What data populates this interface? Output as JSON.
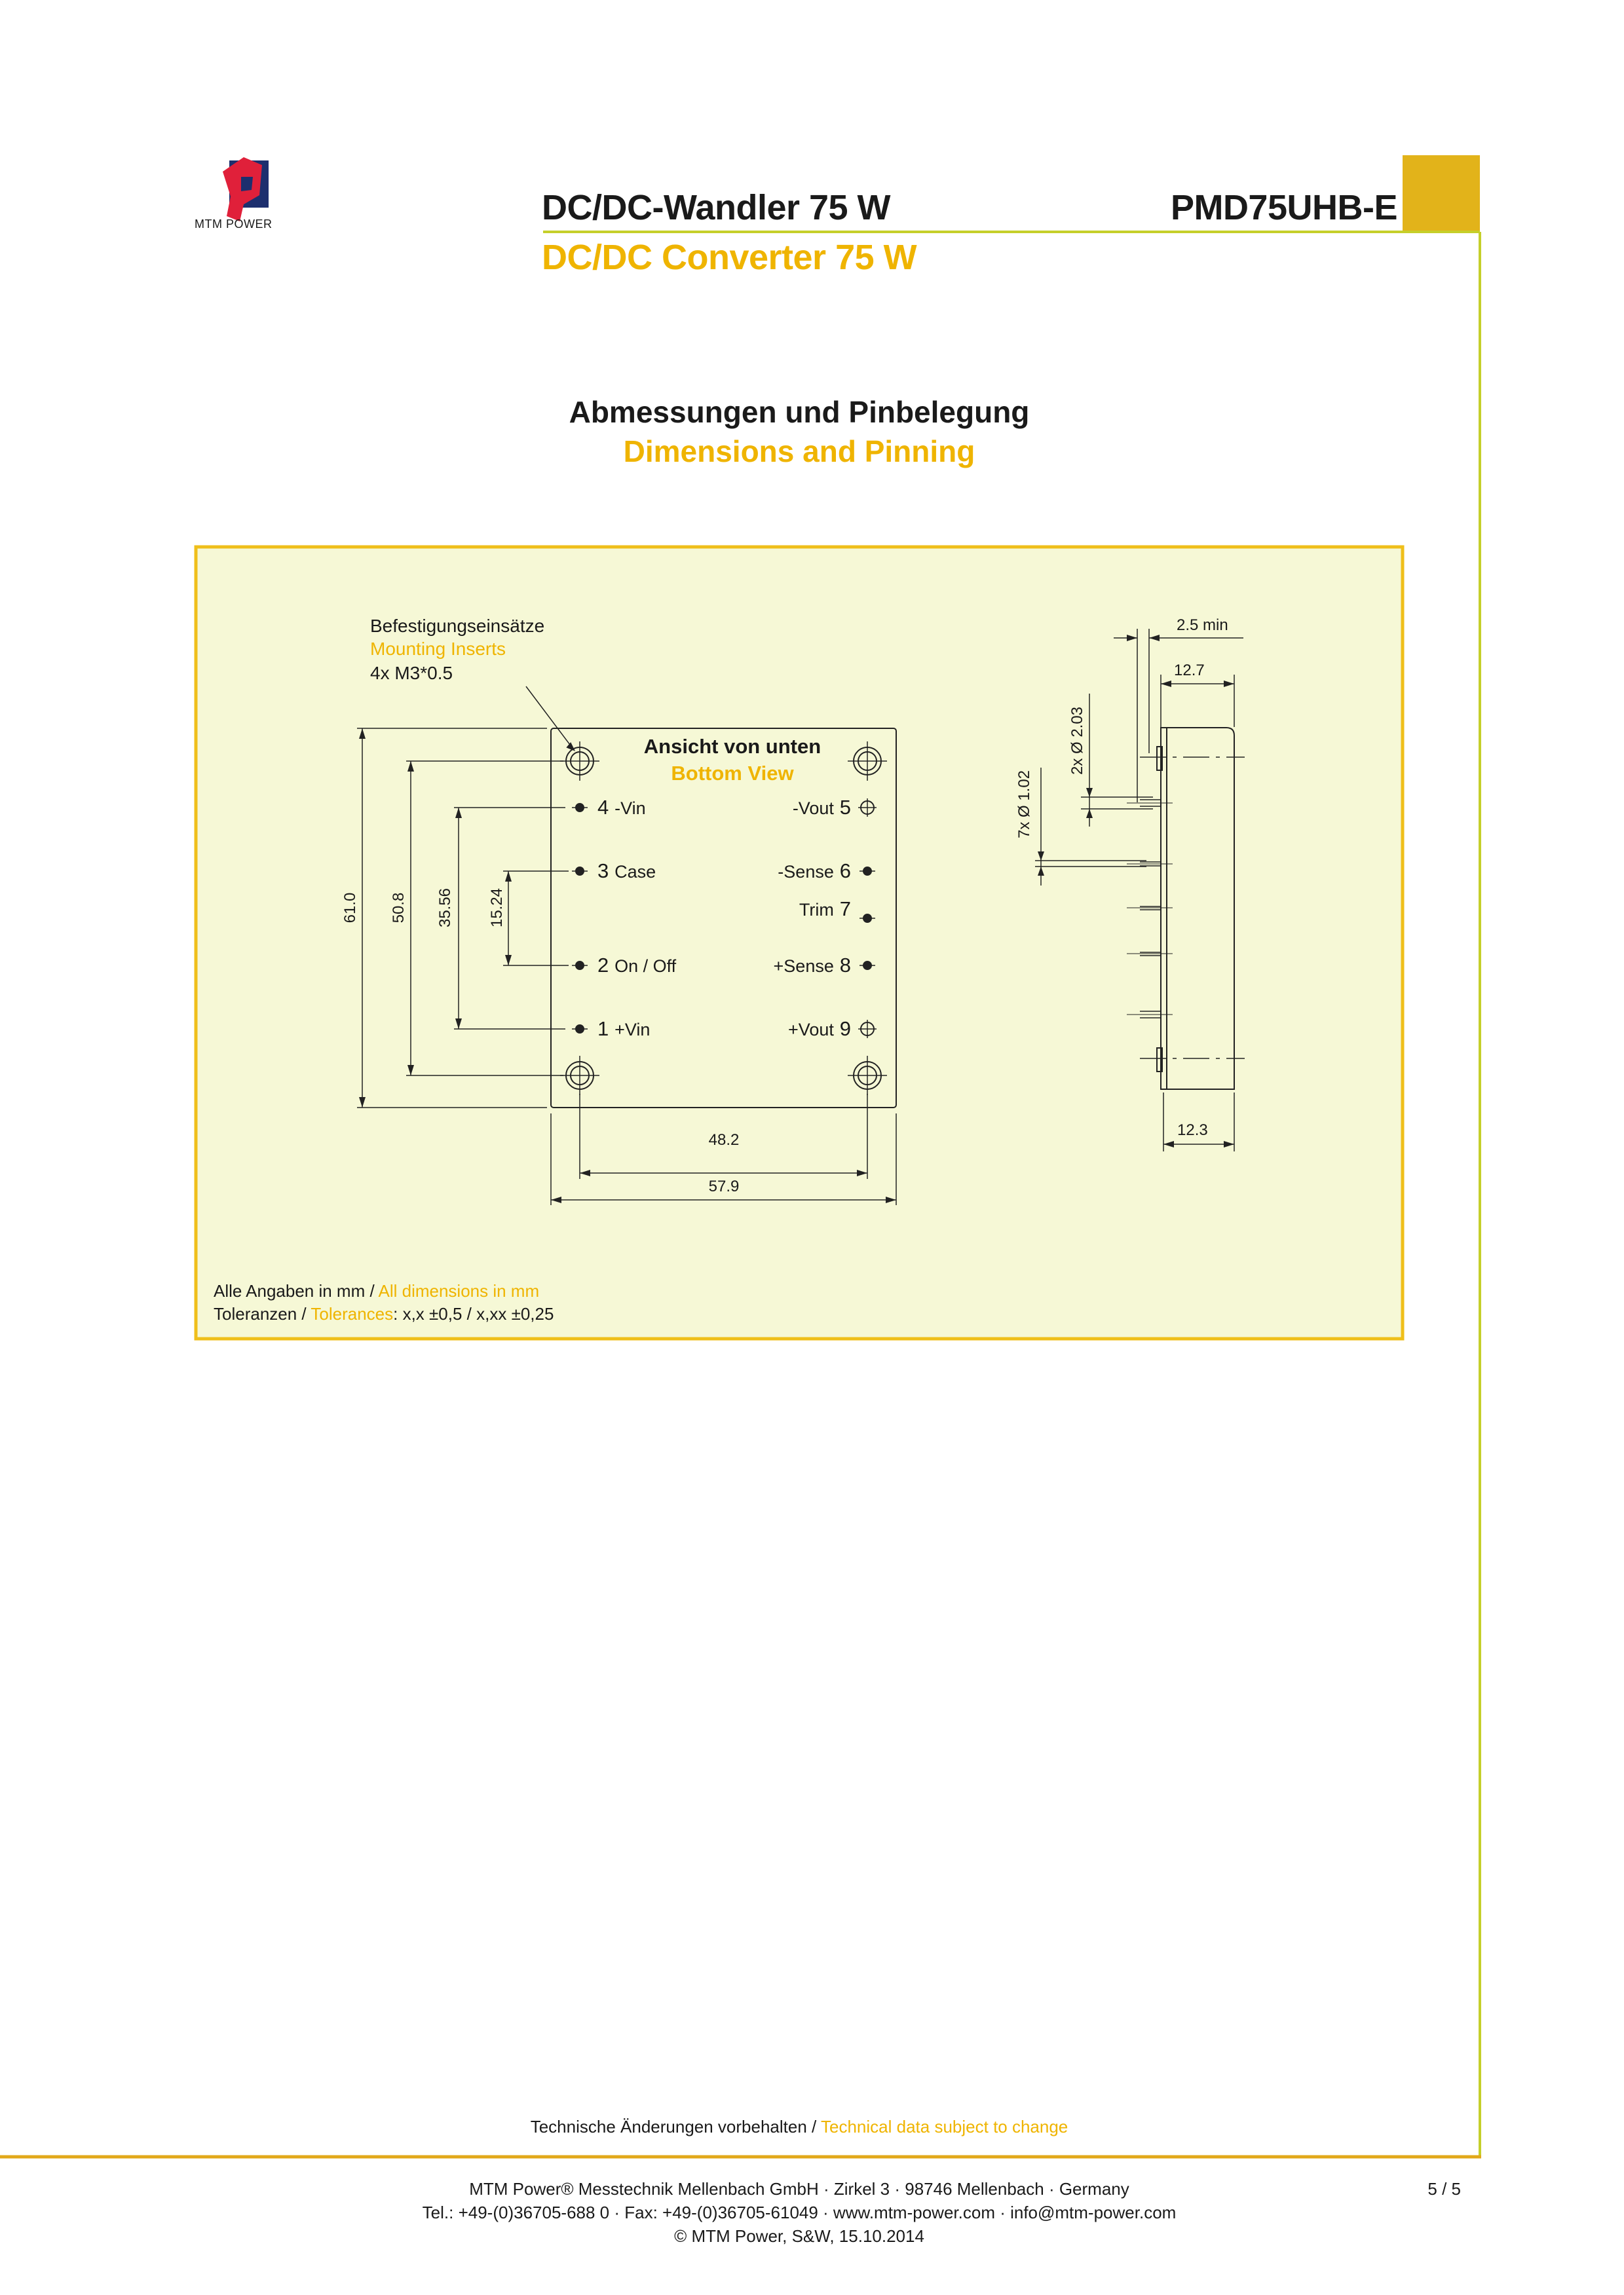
{
  "header": {
    "logo_text": "MTM POWER",
    "title_de": "DC/DC-Wandler 75 W",
    "title_en": "DC/DC Converter 75 W",
    "model": "PMD75UHB-E"
  },
  "section": {
    "heading_de": "Abmessungen und Pinbelegung",
    "heading_en": "Dimensions and Pinning"
  },
  "drawing": {
    "inserts_de": "Befestigungseinsätze",
    "inserts_en": "Mounting Inserts",
    "inserts_spec": "4x M3*0.5",
    "view_de": "Ansicht von unten",
    "view_en": "Bottom View",
    "pins_left": [
      {
        "num": "4",
        "name": "-Vin"
      },
      {
        "num": "3",
        "name": "Case"
      },
      {
        "num": "2",
        "name": "On / Off"
      },
      {
        "num": "1",
        "name": "+Vin"
      }
    ],
    "pins_right": [
      {
        "num": "5",
        "name": "-Vout"
      },
      {
        "num": "6",
        "name": "-Sense"
      },
      {
        "num": "7",
        "name": "Trim"
      },
      {
        "num": "8",
        "name": "+Sense"
      },
      {
        "num": "9",
        "name": "+Vout"
      }
    ],
    "dims": {
      "height": "61.0",
      "hole_pitch_v": "50.8",
      "pin_pitch_outer": "35.56",
      "pin_pitch_inner": "15.24",
      "hole_pitch_h": "48.2",
      "width": "57.9",
      "pin_min": "2.5 min",
      "depth_total": "12.7",
      "depth_body": "12.3",
      "pin_dia_large": "2x Ø 2.03",
      "pin_dia_small": "7x Ø 1.02"
    },
    "note_units_de": "Alle Angaben in mm / ",
    "note_units_en": "All dimensions in mm",
    "note_tol_de": "Toleranzen / ",
    "note_tol_en": "Tolerances",
    "note_tol_values": ": x,x ±0,5 / x,xx ±0,25"
  },
  "footer": {
    "change_de": "Technische Änderungen vorbehalten / ",
    "change_en": "Technical data subject to change",
    "company": "MTM Power® Messtechnik Mellenbach GmbH · Zirkel 3 · 98746 Mellenbach · Germany",
    "contact": "Tel.: +49-(0)36705-688 0 · Fax: +49-(0)36705-61049 · www.mtm-power.com · info@mtm-power.com",
    "copyright": "© MTM Power, S&W, 15.10.2014",
    "page": "5 / 5"
  },
  "colors": {
    "gold": "#e2b31a",
    "accent_text": "#efb400",
    "line": "#c5cf2a",
    "box_fill": "#f6f8d6"
  }
}
